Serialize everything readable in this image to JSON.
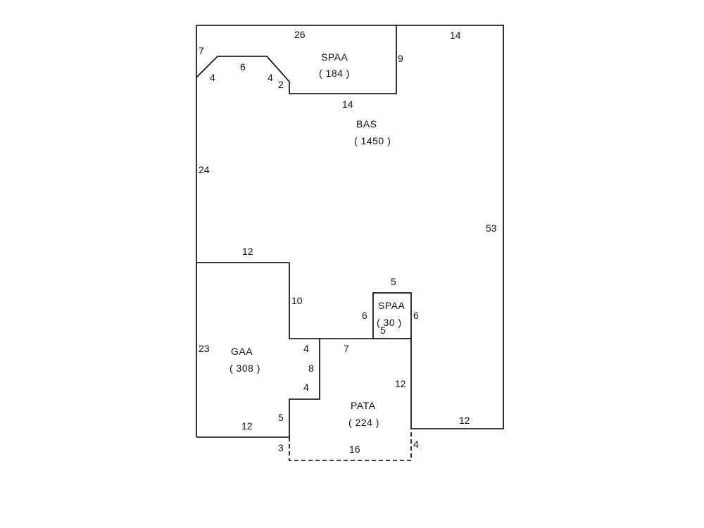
{
  "diagram": {
    "type": "floor-plan-sketch",
    "line_color": "#000000",
    "background": "#ffffff",
    "areas": [
      {
        "code": "BAS",
        "area_text": "( 1450 )",
        "area": 1450
      },
      {
        "code": "SPAA",
        "area_text": "( 184 )",
        "area": 184
      },
      {
        "code": "SPAA",
        "area_text": "( 30 )",
        "area": 30
      },
      {
        "code": "GAA",
        "area_text": "( 308 )",
        "area": 308
      },
      {
        "code": "PATA",
        "area_text": "( 224 )",
        "area": 224
      }
    ],
    "dimensions": {
      "top_left_26": "26",
      "top_right_14": "14",
      "left_7": "7",
      "chamfer_left_4": "4",
      "top_mid_6": "6",
      "chamfer_right_4": "4",
      "step_2": "2",
      "spaa_right_9": "9",
      "spaa_bottom_14": "14",
      "left_24": "24",
      "right_53": "53",
      "gaa_top_12": "12",
      "gaa_right_10": "10",
      "small_spaa_top_5": "5",
      "small_spaa_left_6": "6",
      "small_spaa_right_6": "6",
      "small_spaa_bottom_5": "5",
      "left_23": "23",
      "gaa_step_4a": "4",
      "gaa_step_8": "8",
      "gaa_step_4b": "4",
      "bas_bottom_7": "7",
      "pata_right_12": "12",
      "gaa_step_5": "5",
      "gaa_bottom_12": "12",
      "bottom_right_12": "12",
      "pata_left_3": "3",
      "pata_bottom_16": "16",
      "pata_right_4": "4"
    }
  }
}
